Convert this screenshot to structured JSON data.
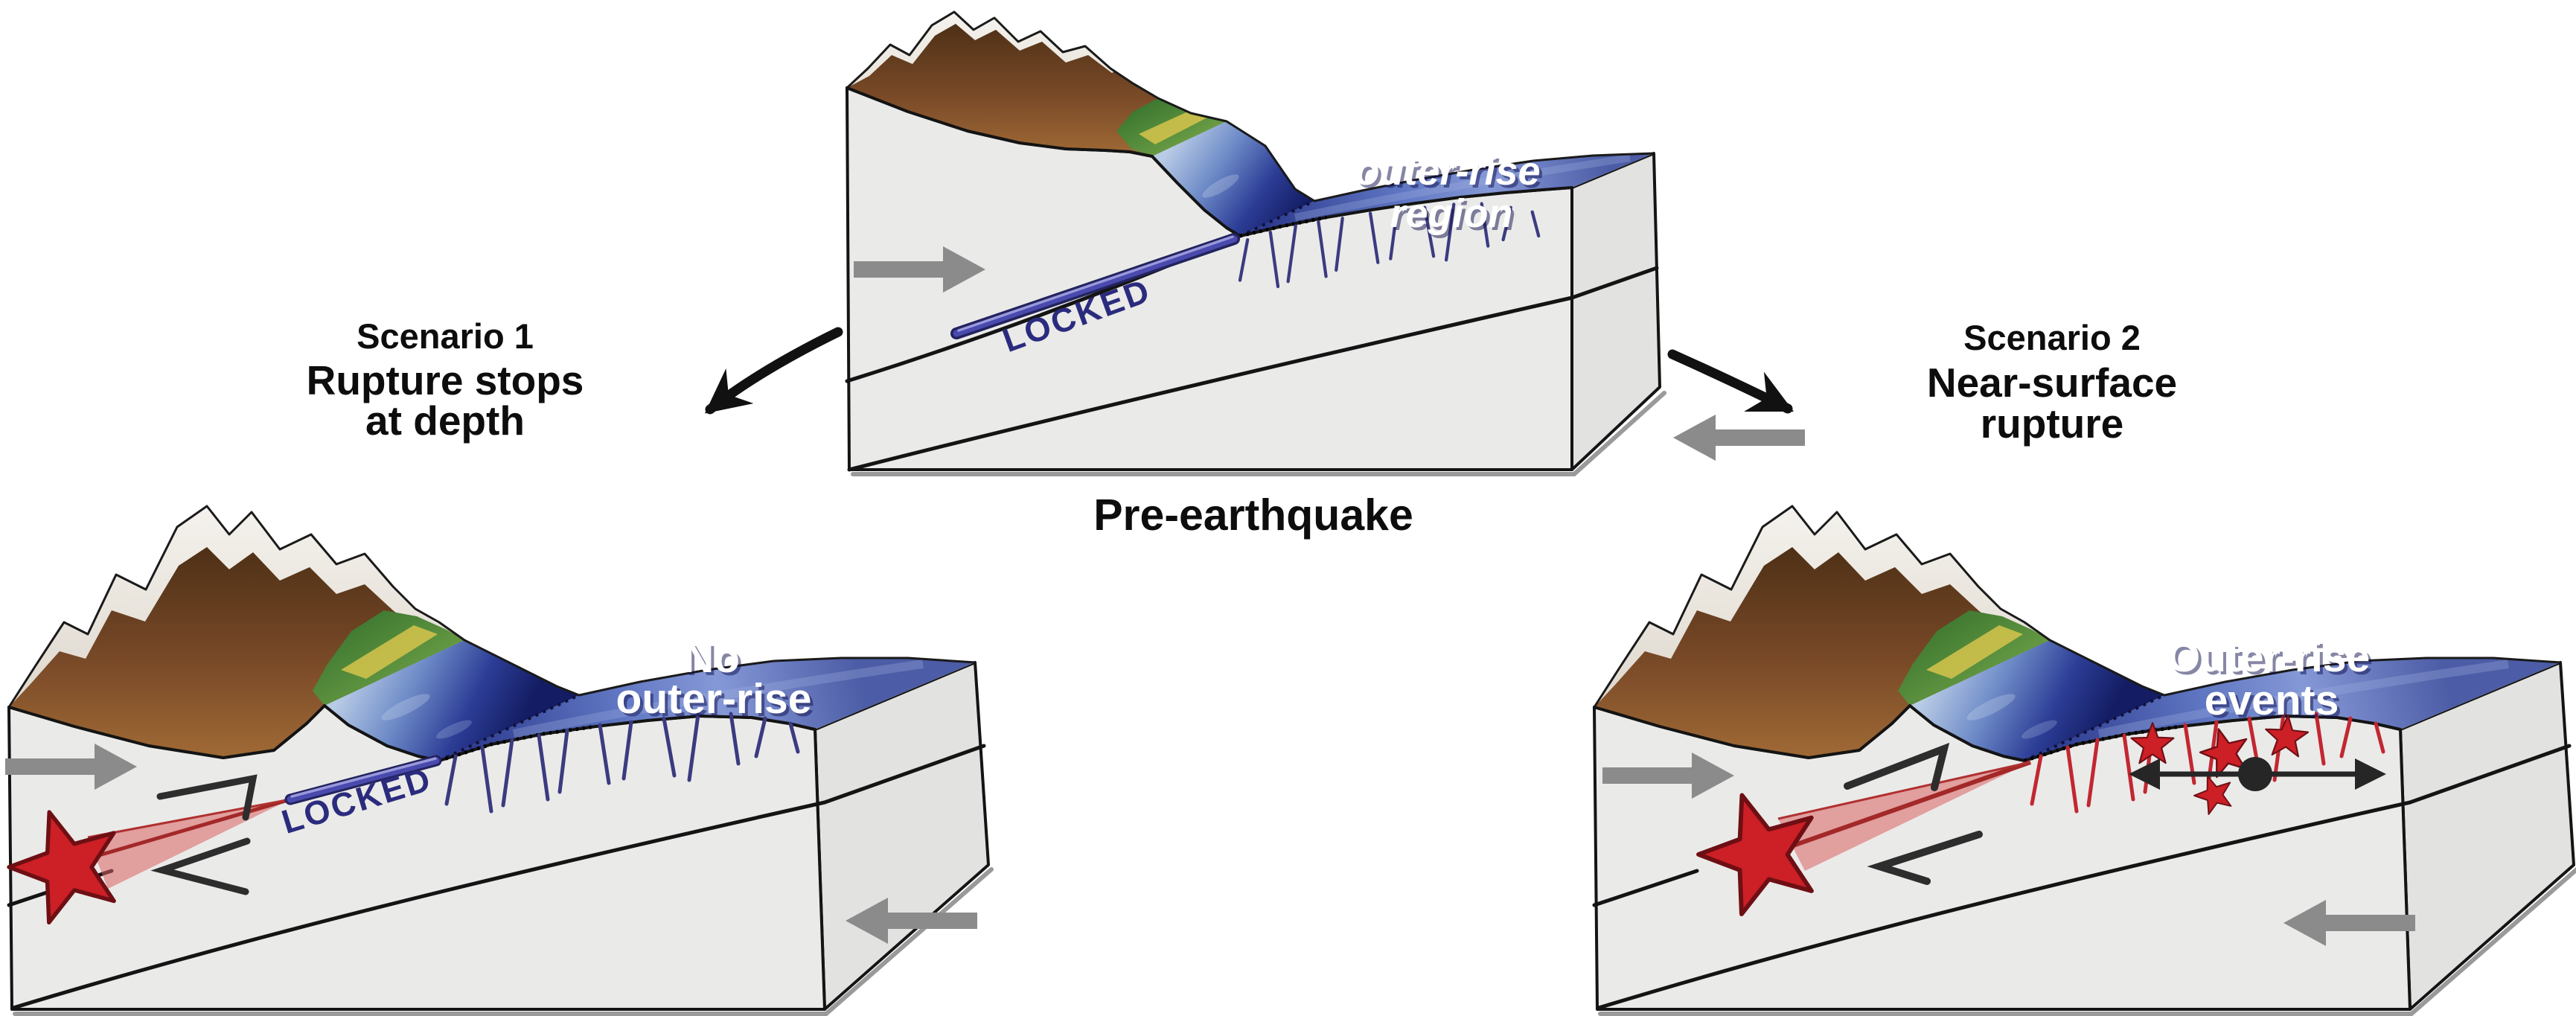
{
  "figure_type": "subduction-zone-earthquake-scenarios-diagram",
  "panels": {
    "pre": {
      "caption": "Pre-earthquake",
      "region_line1": "outer-rise",
      "region_line2": "region",
      "fault_label": "LOCKED"
    },
    "s1": {
      "title": "Scenario 1",
      "sub1": "Rupture stops",
      "sub2": "at depth",
      "region_line1": "No",
      "region_line2": "outer-rise",
      "fault_label": "LOCKED"
    },
    "s2": {
      "title": "Scenario 2",
      "sub1": "Near-surface",
      "sub2": "rupture",
      "region_line1": "Outer-rise",
      "region_line2": "events"
    }
  },
  "colors": {
    "locked_strip_core": "#4a4aae",
    "locked_strip_dark": "#23235f",
    "locked_strip_light": "#9898dc",
    "locked_text_navy": "#2b2b7e",
    "normal_fault_blue": "#3b3b80",
    "outer_rise_fault_red": "#c22731",
    "rupture_star_red": "#cc1f26",
    "rupture_wedge_red": "#d96060",
    "wedge_line_red": "#a32828",
    "plate_arrow_gray": "#8b8b8b",
    "slip_arrow_black": "#2d2d2d",
    "extension_symbol_black": "#262626",
    "block_face_gray": "#eaeae9",
    "block_side_gray": "#e2e2e1",
    "ocean_deep_blue": "#141d63",
    "outer_rise_blue": "#5f76c2",
    "mountain_brown": "#7a4a28",
    "coast_green": "#3f7a33",
    "background": "#ffffff"
  },
  "icons": [
    "epicenter-star-icon",
    "outer-rise-event-star-icon",
    "plate-motion-arrow-icon",
    "scenario-pointer-arrow-icon",
    "slip-direction-half-arrow-icon",
    "extension-axis-icon"
  ]
}
